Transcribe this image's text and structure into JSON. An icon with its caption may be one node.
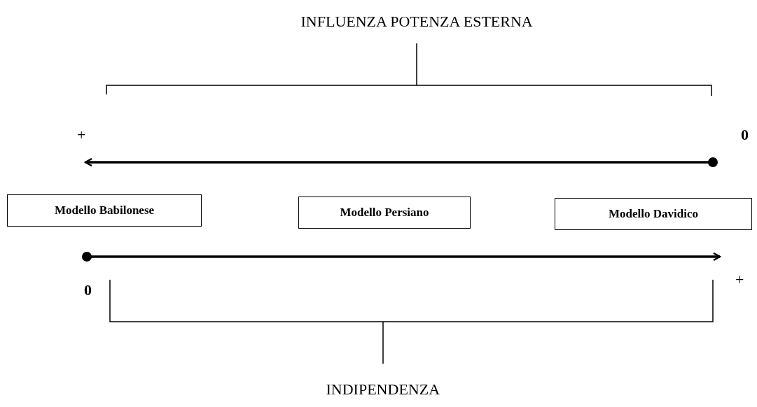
{
  "diagram": {
    "nodes": [
      {
        "text": [
          "Modello Babilonese"
        ]
      },
      {
        "text": [
          "Modello Persiano"
        ]
      },
      {
        "text": [
          "Modello Davidico"
        ]
      }
    ],
    "labels": [
      "INFLUENZA POTENZA ESTERNA",
      "+",
      "0",
      "0",
      "+",
      "INDIPENDENZA"
    ]
  }
}
